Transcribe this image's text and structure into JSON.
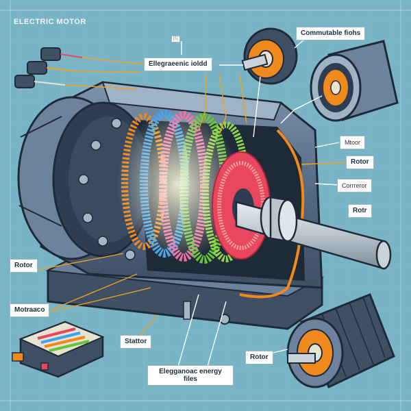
{
  "title": "ELECTRIC MOTOR",
  "labels": {
    "commutable_fields": "Commutable fiohs",
    "electromagnetic_field": "Ellegraeenic ioldd",
    "motor": "Mtoor",
    "rotor_right": "Rotor",
    "connector": "Corrreror",
    "rod": "Rotr",
    "rotor_left": "Rotor",
    "motor_box": "Motraaco",
    "stator": "Stattor",
    "energy_fields": "Elegganoac energy files",
    "rotor_bottom": "Rotor",
    "tag_top": "[5]"
  },
  "colors": {
    "background": "#79b3c6",
    "body": "#566b85",
    "body_dark": "#2f3d52",
    "coil_orange": "#f08a1c",
    "coil_blue": "#3da3f0",
    "coil_pink": "#f06aa8",
    "coil_green": "#66c63a",
    "coil_red": "#e8475f",
    "shaft": "#b9c4cc",
    "leader": "#f0a21e"
  },
  "icons": [
    "terminal-plug-icon",
    "battery-pack-icon",
    "gear-rotor-icon"
  ]
}
